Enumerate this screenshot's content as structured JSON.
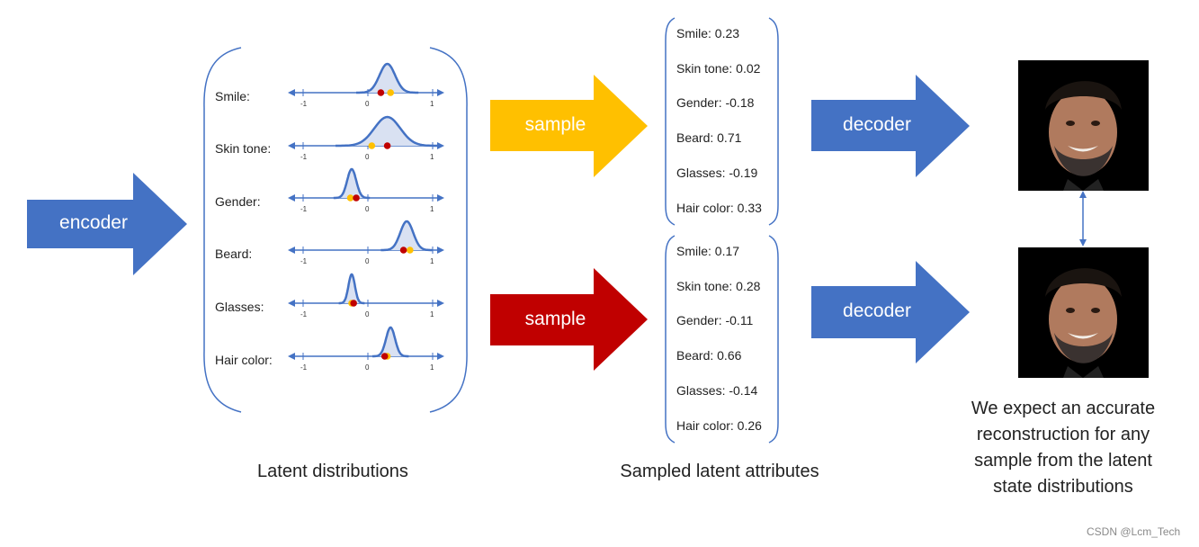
{
  "encoder": {
    "label": "encoder",
    "color": "#4472C4"
  },
  "latent_distributions": {
    "caption": "Latent distributions",
    "tick_labels": [
      "-1",
      "0",
      "1"
    ],
    "attributes": [
      {
        "label": "Smile:",
        "mean": 0.3,
        "sd": 0.12,
        "sample_yellow": 0.35,
        "sample_red": 0.2
      },
      {
        "label": "Skin tone:",
        "mean": 0.3,
        "sd": 0.2,
        "sample_yellow": 0.06,
        "sample_red": 0.3
      },
      {
        "label": "Gender:",
        "mean": -0.25,
        "sd": 0.07,
        "sample_yellow": -0.27,
        "sample_red": -0.18
      },
      {
        "label": "Beard:",
        "mean": 0.6,
        "sd": 0.1,
        "sample_yellow": 0.65,
        "sample_red": 0.55
      },
      {
        "label": "Glasses:",
        "mean": -0.25,
        "sd": 0.05,
        "sample_yellow": -0.25,
        "sample_red": -0.22
      },
      {
        "label": "Hair color:",
        "mean": 0.35,
        "sd": 0.07,
        "sample_yellow": 0.3,
        "sample_red": 0.26
      }
    ]
  },
  "samples": [
    {
      "arrow_label": "sample",
      "color": "#FFC000",
      "values": [
        "Smile:  0.23",
        "Skin tone: 0.02",
        "Gender: -0.18",
        "Beard: 0.71",
        "Glasses: -0.19",
        "Hair color: 0.33"
      ]
    },
    {
      "arrow_label": "sample",
      "color": "#C00000",
      "values": [
        "Smile:  0.17",
        "Skin tone: 0.28",
        "Gender: -0.11",
        "Beard: 0.66",
        "Glasses: -0.14",
        "Hair color: 0.26"
      ]
    }
  ],
  "sampled_caption": "Sampled latent attributes",
  "decoders": [
    {
      "label": "decoder"
    },
    {
      "label": "decoder"
    }
  ],
  "note": [
    "We expect an accurate",
    "reconstruction for any",
    "sample from the latent",
    "state distributions"
  ],
  "watermark": "CSDN @Lcm_Tech",
  "colors": {
    "blue": "#4472C4",
    "curve": "#4472C4",
    "fill": "#D9E1F2",
    "axis": "#4472C4",
    "yellow": "#FFC000",
    "red": "#C00000"
  }
}
